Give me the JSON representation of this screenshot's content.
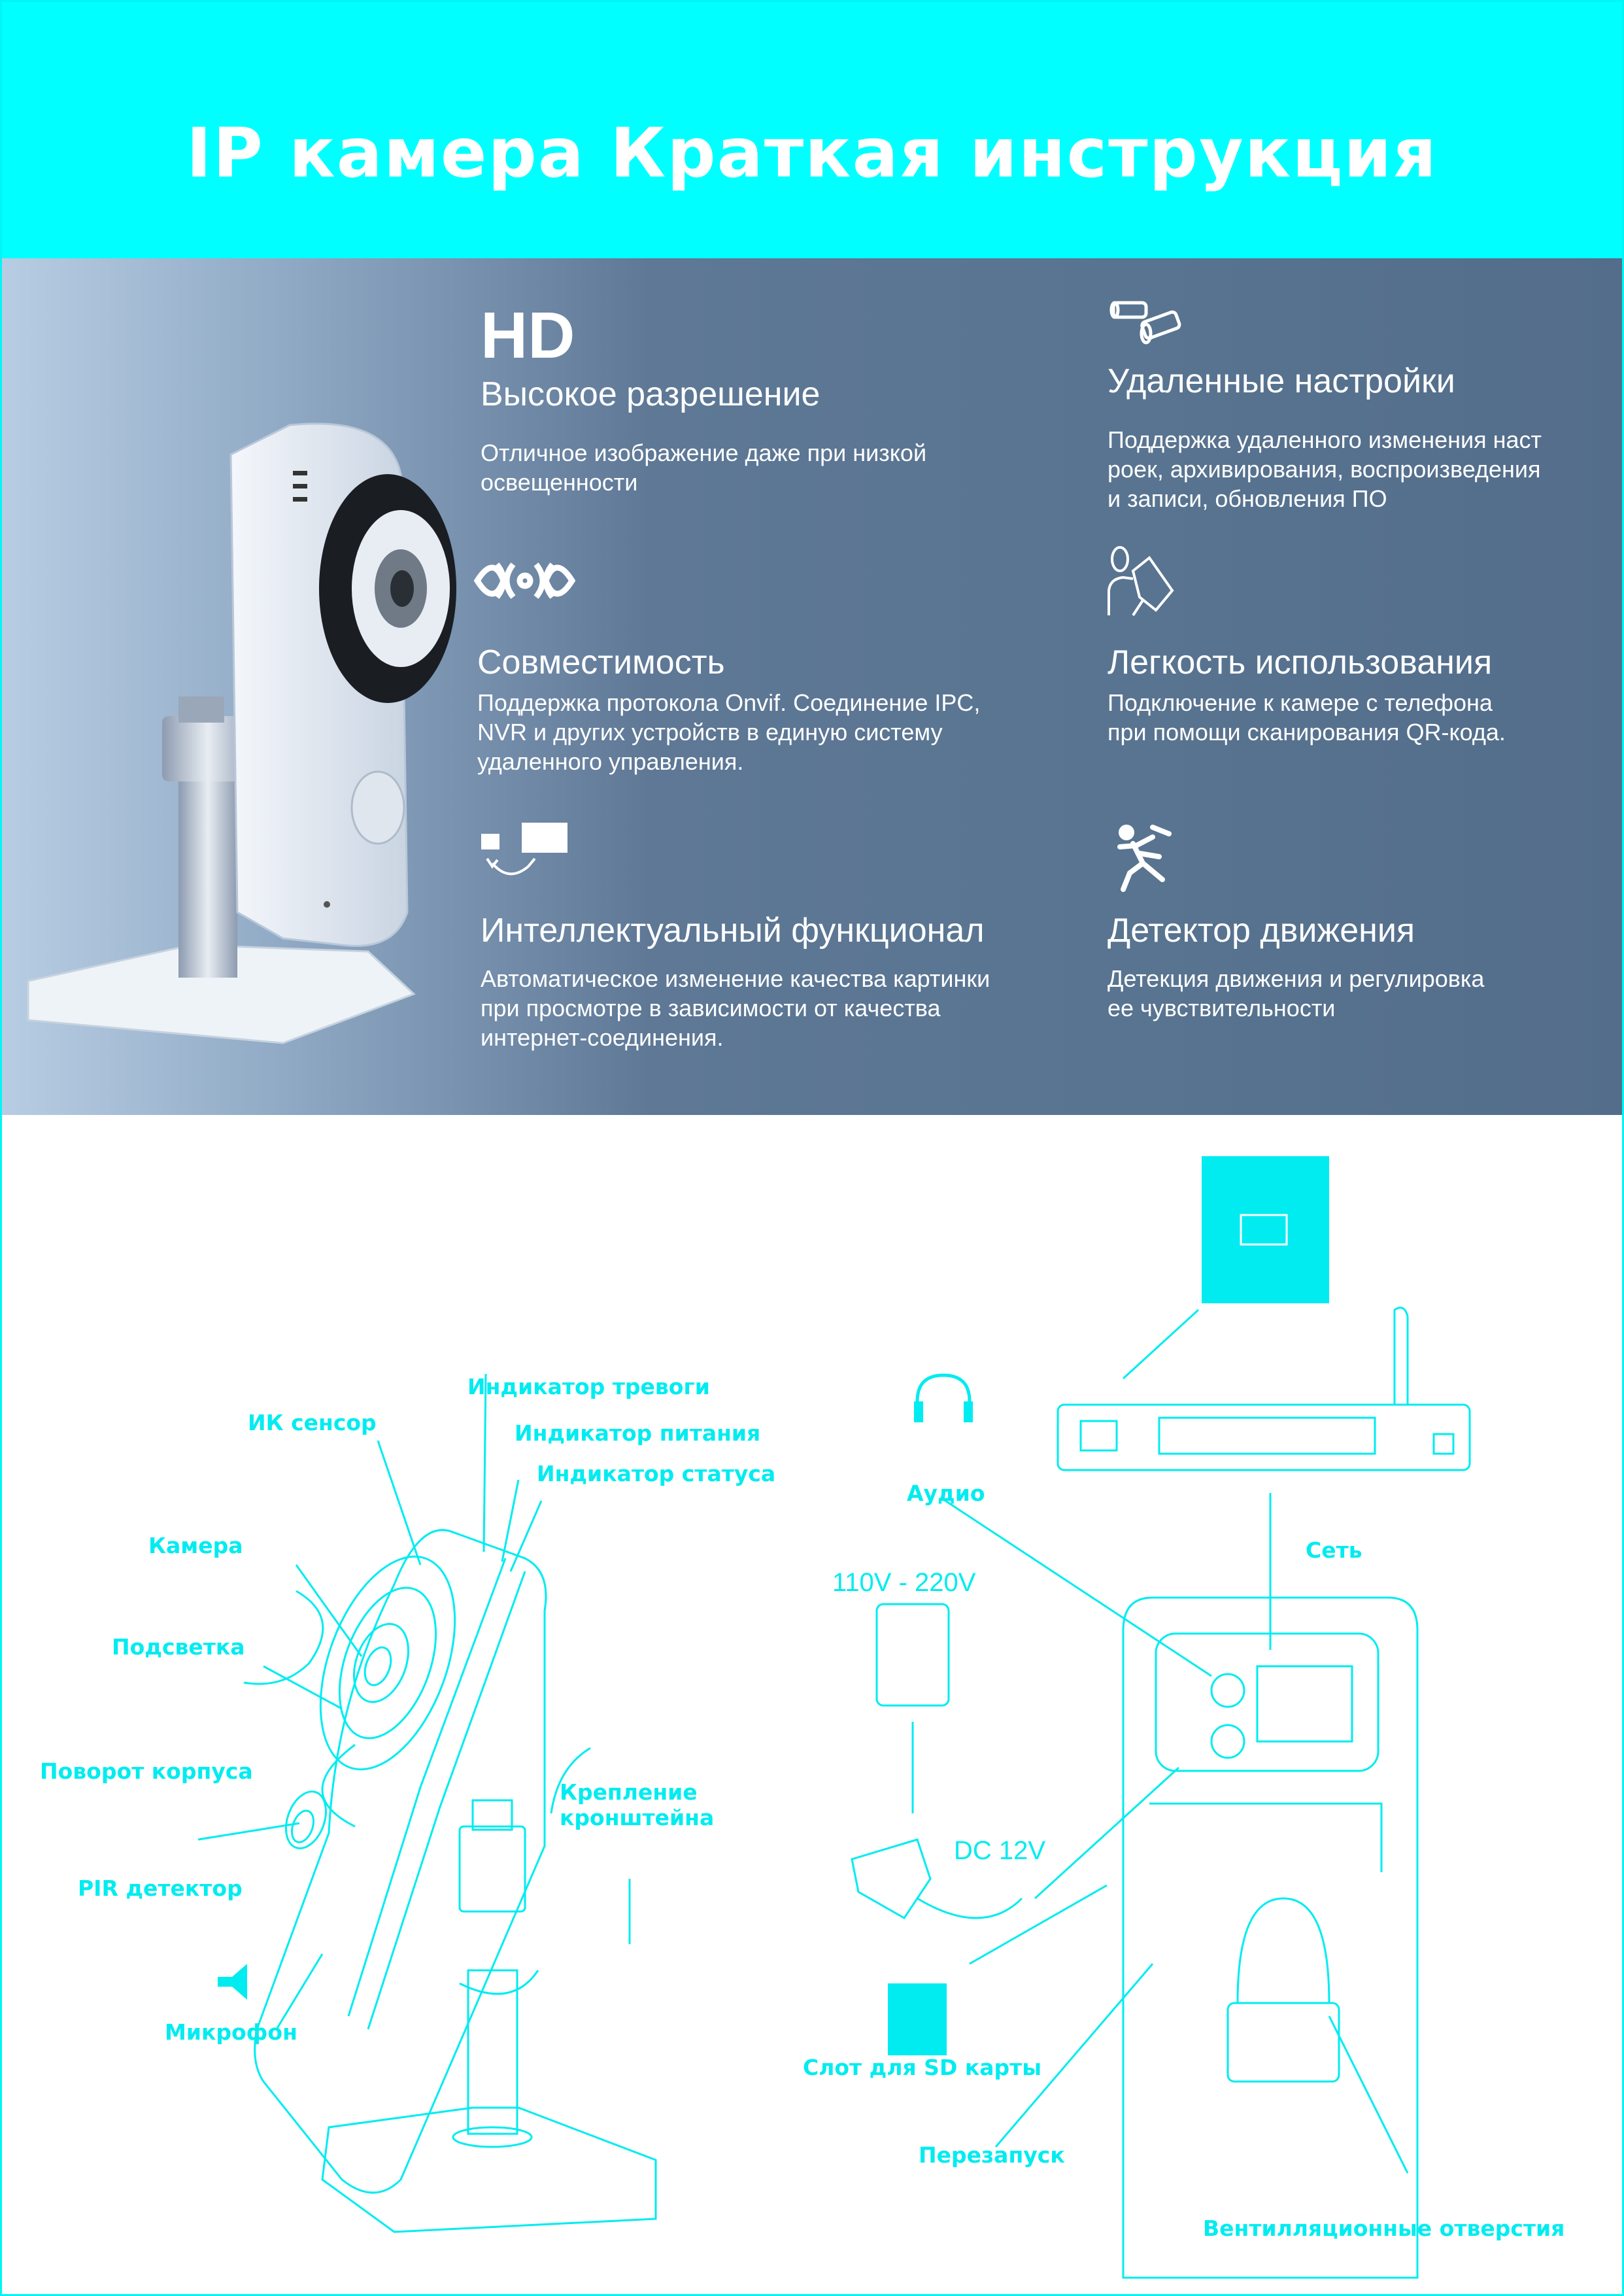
{
  "header": {
    "title": "IP камера Краткая инструкция"
  },
  "features": [
    {
      "icon": "hd-icon",
      "badge": "HD",
      "title": "Высокое разрешение",
      "desc": [
        "Отличное изображение даже при низкой",
        "освещенности"
      ]
    },
    {
      "icon": "binoculars-icon",
      "title": "Удаленные настройки",
      "desc": [
        "Поддержка удаленного изменения наст",
        "роек, архивирования, воспроизведения",
        "и записи, обновления ПО"
      ]
    },
    {
      "icon": "knot-icon",
      "title": "Совместимость",
      "desc": [
        "Поддержка протокола Onvif. Соединение IPC,",
        "NVR и других устройств в единую систему",
        "удаленного управления."
      ]
    },
    {
      "icon": "person-reading-icon",
      "title": "Легкость использования",
      "desc": [
        "Подключение к камере с телефона",
        "при помощи сканирования QR-кода."
      ]
    },
    {
      "icon": "screen-switch-icon",
      "title": "Интеллектуальный функционал",
      "desc": [
        "Автоматическое изменение качества картинки",
        "при просмотре в зависимости от качества",
        "интернет-соединения."
      ]
    },
    {
      "icon": "running-man-icon",
      "title": "Детектор движения",
      "desc": [
        "Детекция движения и регулировка",
        "ее чувствительности"
      ]
    }
  ],
  "front_labels": {
    "alarm": "Индикатор тревоги",
    "ir": "ИК сенсор",
    "power": "Индикатор питания",
    "status": "Индикатор статуса",
    "camera": "Камера",
    "backlight": "Подсветка",
    "rotate": "Поворот корпуса",
    "mount1": "Крепление",
    "mount2": "кронштейна",
    "pir": "PIR детектор",
    "mic": "Микрофон"
  },
  "back_labels": {
    "audio": "Аудио",
    "network": "Сеть",
    "voltage": "110V - 220V",
    "dc": "DC 12V",
    "sd": "Слот для SD карты",
    "reset": "Перезапуск",
    "vents": "Вентилляционные отверстия"
  },
  "colors": {
    "accent": "#00ffff",
    "line": "#00ecf0"
  }
}
